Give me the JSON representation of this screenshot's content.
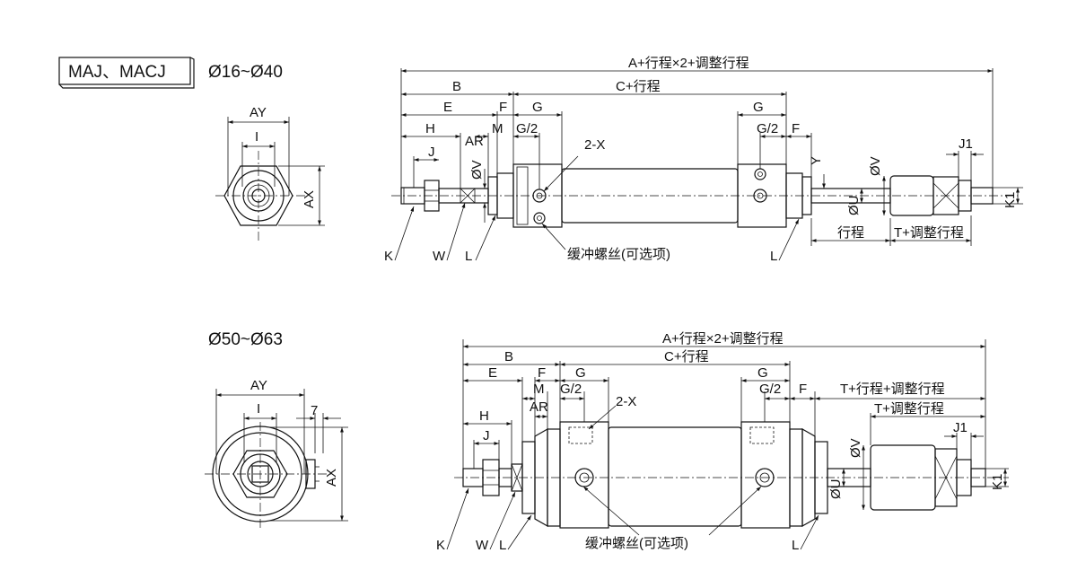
{
  "series_label": "MAJ、MACJ",
  "range_small": "Ø16~Ø40",
  "range_large": "Ø50~Ø63",
  "dims_small": {
    "A": "A+行程×2+调整行程",
    "B": "B",
    "C": "C+行程",
    "E": "E",
    "F": "F",
    "G": "G",
    "G2": "G/2",
    "H": "H",
    "J": "J",
    "AR": "AR",
    "M": "M",
    "V": "ØV",
    "X": "2-X",
    "Y": "Y",
    "U": "ØU",
    "J1": "J1",
    "K1": "K1",
    "K": "K",
    "W": "W",
    "L": "L",
    "stroke": "行程",
    "T": "T+调整行程",
    "cushion": "缓冲螺丝(可选项)",
    "AY": "AY",
    "I": "I",
    "AX": "AX"
  },
  "dims_large": {
    "A": "A+行程×2+调整行程",
    "B": "B",
    "C": "C+行程",
    "E": "E",
    "F": "F",
    "G": "G",
    "G2": "G/2",
    "M": "M",
    "AR": "AR",
    "H": "H",
    "J": "J",
    "X": "2-X",
    "T_full": "T+行程+调整行程",
    "T": "T+调整行程",
    "V": "ØV",
    "J1": "J1",
    "K1": "K1",
    "U": "ØU",
    "K": "K",
    "W": "W",
    "L": "L",
    "cushion": "缓冲螺丝(可选项)",
    "AY": "AY",
    "I": "I",
    "AX": "AX",
    "seven": "7"
  }
}
